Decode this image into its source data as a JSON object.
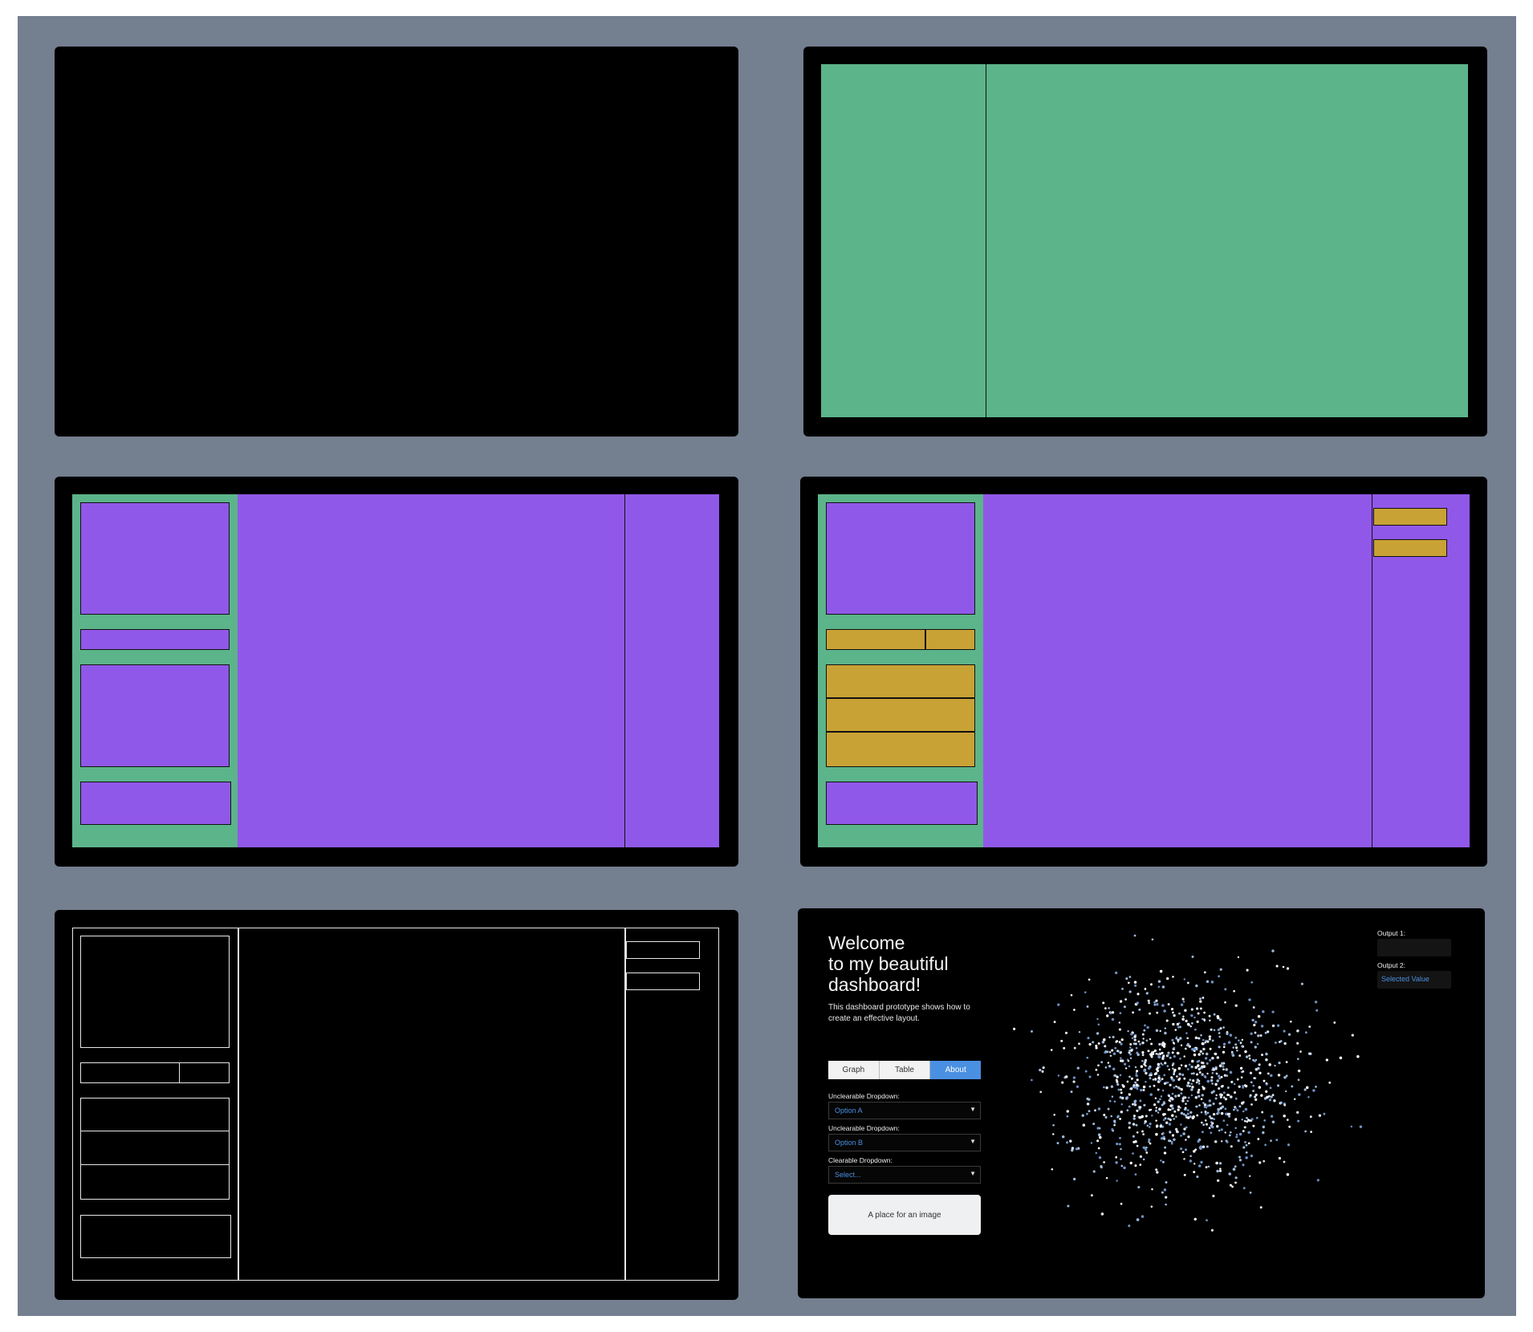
{
  "dashboard": {
    "title_line1": "Welcome",
    "title_line2": "to my beautiful",
    "title_line3": "dashboard!",
    "description": "This dashboard prototype shows how to create an effective layout.",
    "tabs": [
      {
        "label": "Graph",
        "active": false
      },
      {
        "label": "Table",
        "active": false
      },
      {
        "label": "About",
        "active": true
      }
    ],
    "dropdowns": [
      {
        "label": "Unclearable Dropdown:",
        "value": "Option A"
      },
      {
        "label": "Unclearable Dropdown:",
        "value": "Option B"
      },
      {
        "label": "Clearable Dropdown:",
        "value": "Select..."
      }
    ],
    "image_placeholder": "A place for an image",
    "outputs": [
      {
        "label": "Output 1:",
        "value": ""
      },
      {
        "label": "Output 2:",
        "value": "Selected Value"
      }
    ]
  },
  "colors": {
    "background": "#747f8f",
    "panel": "#000000",
    "green": "#5cb48a",
    "purple": "#9058e8",
    "gold": "#c9a235",
    "accent_blue": "#4a90e2"
  }
}
